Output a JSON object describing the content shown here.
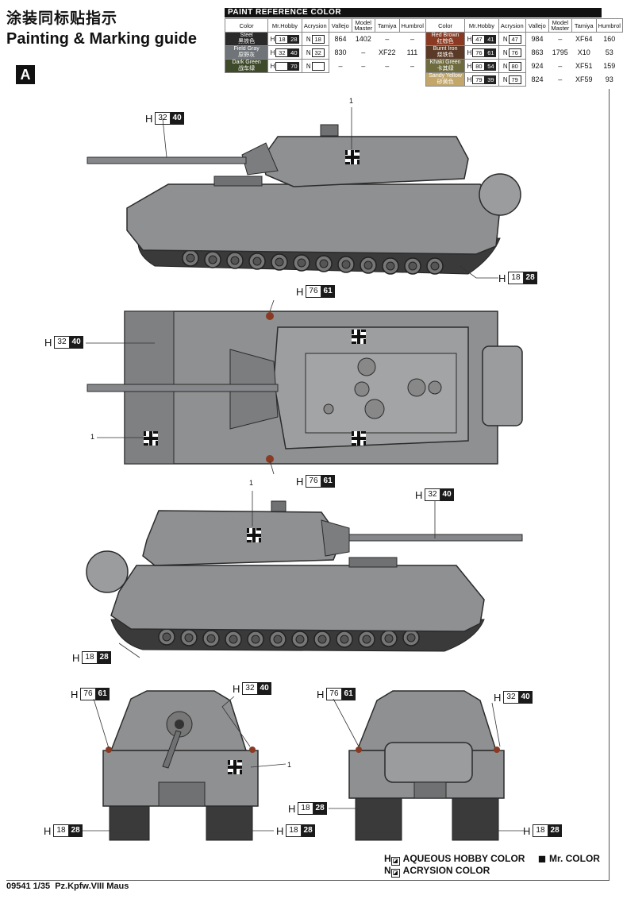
{
  "header": {
    "title_cn": "涂装同标贴指示",
    "title_en": "Painting & Marking guide",
    "sheet_letter": "A"
  },
  "paint_table": {
    "title": "PAINT  REFERENCE COLOR",
    "columns": [
      "Color",
      "Mr.Hobby",
      "Acrysion",
      "Vallejo",
      "Model Master",
      "Tamiya",
      "Humbrol"
    ],
    "left_rows": [
      {
        "name": "Steel",
        "name_cn": "黑铁色",
        "swatch": "#2a2a2a",
        "h_box": "18",
        "h_black": "28",
        "n_box": "18",
        "vallejo": "864",
        "model_master": "1402",
        "tamiya": "–",
        "humbrol": "–"
      },
      {
        "name": "Field Gray",
        "name_cn": "原野灰",
        "swatch": "#6f7478",
        "h_box": "32",
        "h_black": "40",
        "n_box": "32",
        "vallejo": "830",
        "model_master": "–",
        "tamiya": "XF22",
        "humbrol": "111"
      },
      {
        "name": "Dark Green",
        "name_cn": "战车绿",
        "swatch": "#3f4a2a",
        "h_box": "",
        "h_black": "70",
        "n_box": "",
        "vallejo": "–",
        "model_master": "–",
        "tamiya": "–",
        "humbrol": "–"
      }
    ],
    "right_rows": [
      {
        "name": "Red Brown",
        "name_cn": "红棕色",
        "swatch": "#8a3a22",
        "h_box": "47",
        "h_black": "41",
        "n_box": "47",
        "vallejo": "984",
        "model_master": "–",
        "tamiya": "XF64",
        "humbrol": "160"
      },
      {
        "name": "Burnt Iron",
        "name_cn": "烧铁色",
        "swatch": "#5a3a26",
        "h_box": "76",
        "h_black": "61",
        "n_box": "76",
        "vallejo": "863",
        "model_master": "1795",
        "tamiya": "X10",
        "humbrol": "53"
      },
      {
        "name": "Khaki Green",
        "name_cn": "卡其绿",
        "swatch": "#6e6b3e",
        "h_box": "80",
        "h_black": "54",
        "n_box": "80",
        "vallejo": "924",
        "model_master": "–",
        "tamiya": "XF51",
        "humbrol": "159"
      },
      {
        "name": "Sandy Yellow",
        "name_cn": "砂黄色",
        "swatch": "#c2a66a",
        "h_box": "79",
        "h_black": "39",
        "n_box": "79",
        "vallejo": "824",
        "model_master": "–",
        "tamiya": "XF59",
        "humbrol": "93"
      }
    ]
  },
  "callouts": {
    "letter": "H",
    "field_gray": {
      "box": "32",
      "black": "40"
    },
    "steel": {
      "box": "18",
      "black": "28"
    },
    "burnt_iron": {
      "box": "76",
      "black": "61"
    },
    "decal_number": "1"
  },
  "legend": {
    "h_letter": "H",
    "n_letter": "N",
    "aqueous": "AQUEOUS HOBBY COLOR",
    "mr_color": "Mr. COLOR",
    "acrysion": "ACRYSION COLOR"
  },
  "footer": {
    "code": "09541",
    "scale": "1/35",
    "model": "Pz.Kpfw.VIII Maus"
  },
  "colors": {
    "tank_gray": "#8e9092",
    "tank_dark": "#5f6163",
    "outline": "#2b2b2b",
    "track": "#3a3a3a"
  }
}
